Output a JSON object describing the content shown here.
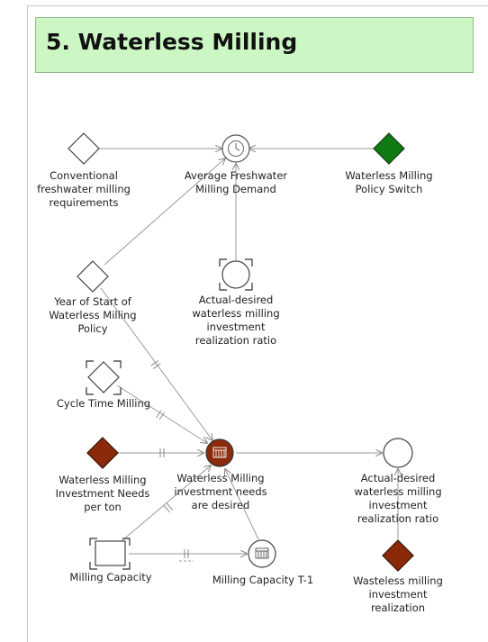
{
  "title": "5. Waterless Milling",
  "colors": {
    "title_bg": "#ccf7c4",
    "node_stroke": "#444444",
    "link": "#9a9a9a",
    "dark_green": "#0f7a12",
    "brown": "#8b2a0a"
  },
  "nodes": {
    "conventional": {
      "label_lines": [
        "Conventional",
        "freshwater milling",
        "requirements"
      ],
      "shape": "diamond",
      "fill": "#ffffff"
    },
    "avg_demand": {
      "label_lines": [
        "Average Freshwater",
        "Milling Demand"
      ],
      "shape": "clock-circle",
      "icon": "clock-icon"
    },
    "policy_switch": {
      "label_lines": [
        "Waterless Milling",
        "Policy Switch"
      ],
      "shape": "diamond",
      "fill": "#0f7a12"
    },
    "ratio_top": {
      "label_lines": [
        "Actual-desired",
        "waterless milling",
        "investment",
        "realization ratio"
      ],
      "shape": "ghost-circle"
    },
    "year_start": {
      "label_lines": [
        "Year of Start of",
        "Waterless Milling",
        "Policy"
      ],
      "shape": "diamond",
      "fill": "#ffffff"
    },
    "cycle_time": {
      "label_lines": [
        "Cycle Time Milling"
      ],
      "shape": "ghost-diamond",
      "fill": "#ffffff"
    },
    "investment_needs": {
      "label_lines": [
        "Waterless Milling",
        "Investment  Needs",
        "per ton"
      ],
      "shape": "diamond",
      "fill": "#8b2a0a"
    },
    "needs_desired": {
      "label_lines": [
        "Waterless Milling",
        "investment needs",
        "are desired"
      ],
      "shape": "table-circle",
      "fill": "#8b2a0a",
      "icon": "table-icon"
    },
    "ratio_right": {
      "label_lines": [
        "Actual-desired",
        "waterless milling",
        "investment",
        "realization ratio"
      ],
      "shape": "circle"
    },
    "milling_capacity": {
      "label_lines": [
        "Milling Capacity"
      ],
      "shape": "ghost-stock"
    },
    "capacity_t1": {
      "label_lines": [
        "Milling Capacity T-1"
      ],
      "shape": "table-circle",
      "fill": "#ffffff",
      "icon": "table-icon"
    },
    "wasteless": {
      "label_lines": [
        "Wasteless milling",
        "investment",
        "realization"
      ],
      "shape": "diamond",
      "fill": "#8b2a0a"
    }
  }
}
